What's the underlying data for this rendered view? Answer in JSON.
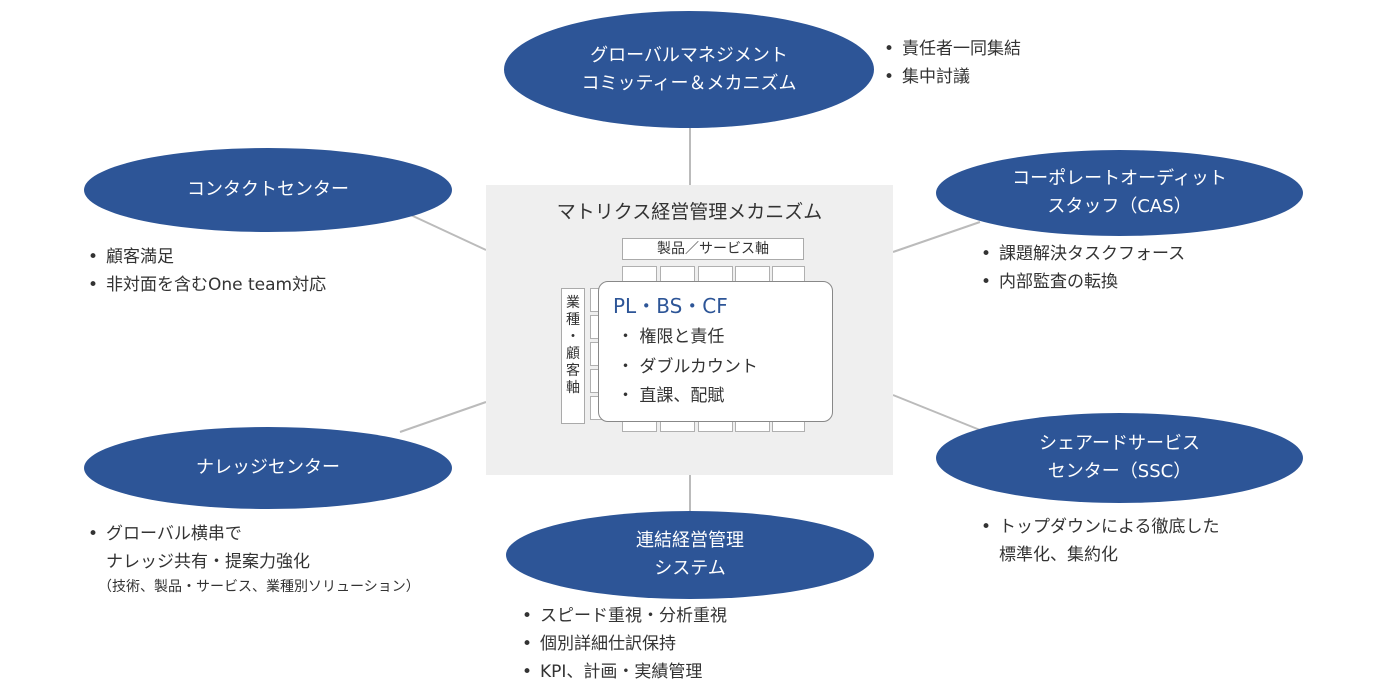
{
  "center": {
    "title": "マトリクス経営管理メカニズム",
    "product_axis": "製品／サービス軸",
    "segment_axis_chars": [
      "業",
      "種",
      "・",
      "顧",
      "客",
      "軸"
    ],
    "pl_title": "PL・BS・CF",
    "pl_items": [
      "・ 権限と責任",
      "・ ダブルカウント",
      "・ 直課、配賦"
    ]
  },
  "nodes": {
    "global": {
      "label_lines": [
        "グローバルマネジメント",
        "コミッティー＆メカニズム"
      ],
      "bullets": [
        "責任者一同集結",
        "集中討議"
      ]
    },
    "contact": {
      "label_lines": [
        "コンタクトセンター"
      ],
      "bullets": [
        "顧客満足",
        "非対面を含むOne team対応"
      ]
    },
    "cas": {
      "label_lines": [
        "コーポレートオーディット",
        "スタッフ（CAS）"
      ],
      "bullets": [
        "課題解決タスクフォース",
        "内部監査の転換"
      ]
    },
    "knowledge": {
      "label_lines": [
        "ナレッジセンター"
      ],
      "bullet_lines": [
        "グローバル横串で",
        "ナレッジ共有・提案力強化"
      ],
      "note": "（技術、製品・サービス、業種別ソリューション）"
    },
    "ssc": {
      "label_lines": [
        "シェアードサービス",
        "センター（SSC）"
      ],
      "bullet_lines": [
        "トップダウンによる徹底した",
        "標準化、集約化"
      ]
    },
    "system": {
      "label_lines": [
        "連結経営管理",
        "システム"
      ],
      "bullets": [
        "スピード重視・分析重視",
        "個別詳細仕訳保持",
        "KPI、計画・実績管理"
      ]
    }
  },
  "colors": {
    "node_fill": "#2d5597",
    "center_bg": "#efefef",
    "connector": "#bbbbbb",
    "pl_title": "#2d5597"
  }
}
